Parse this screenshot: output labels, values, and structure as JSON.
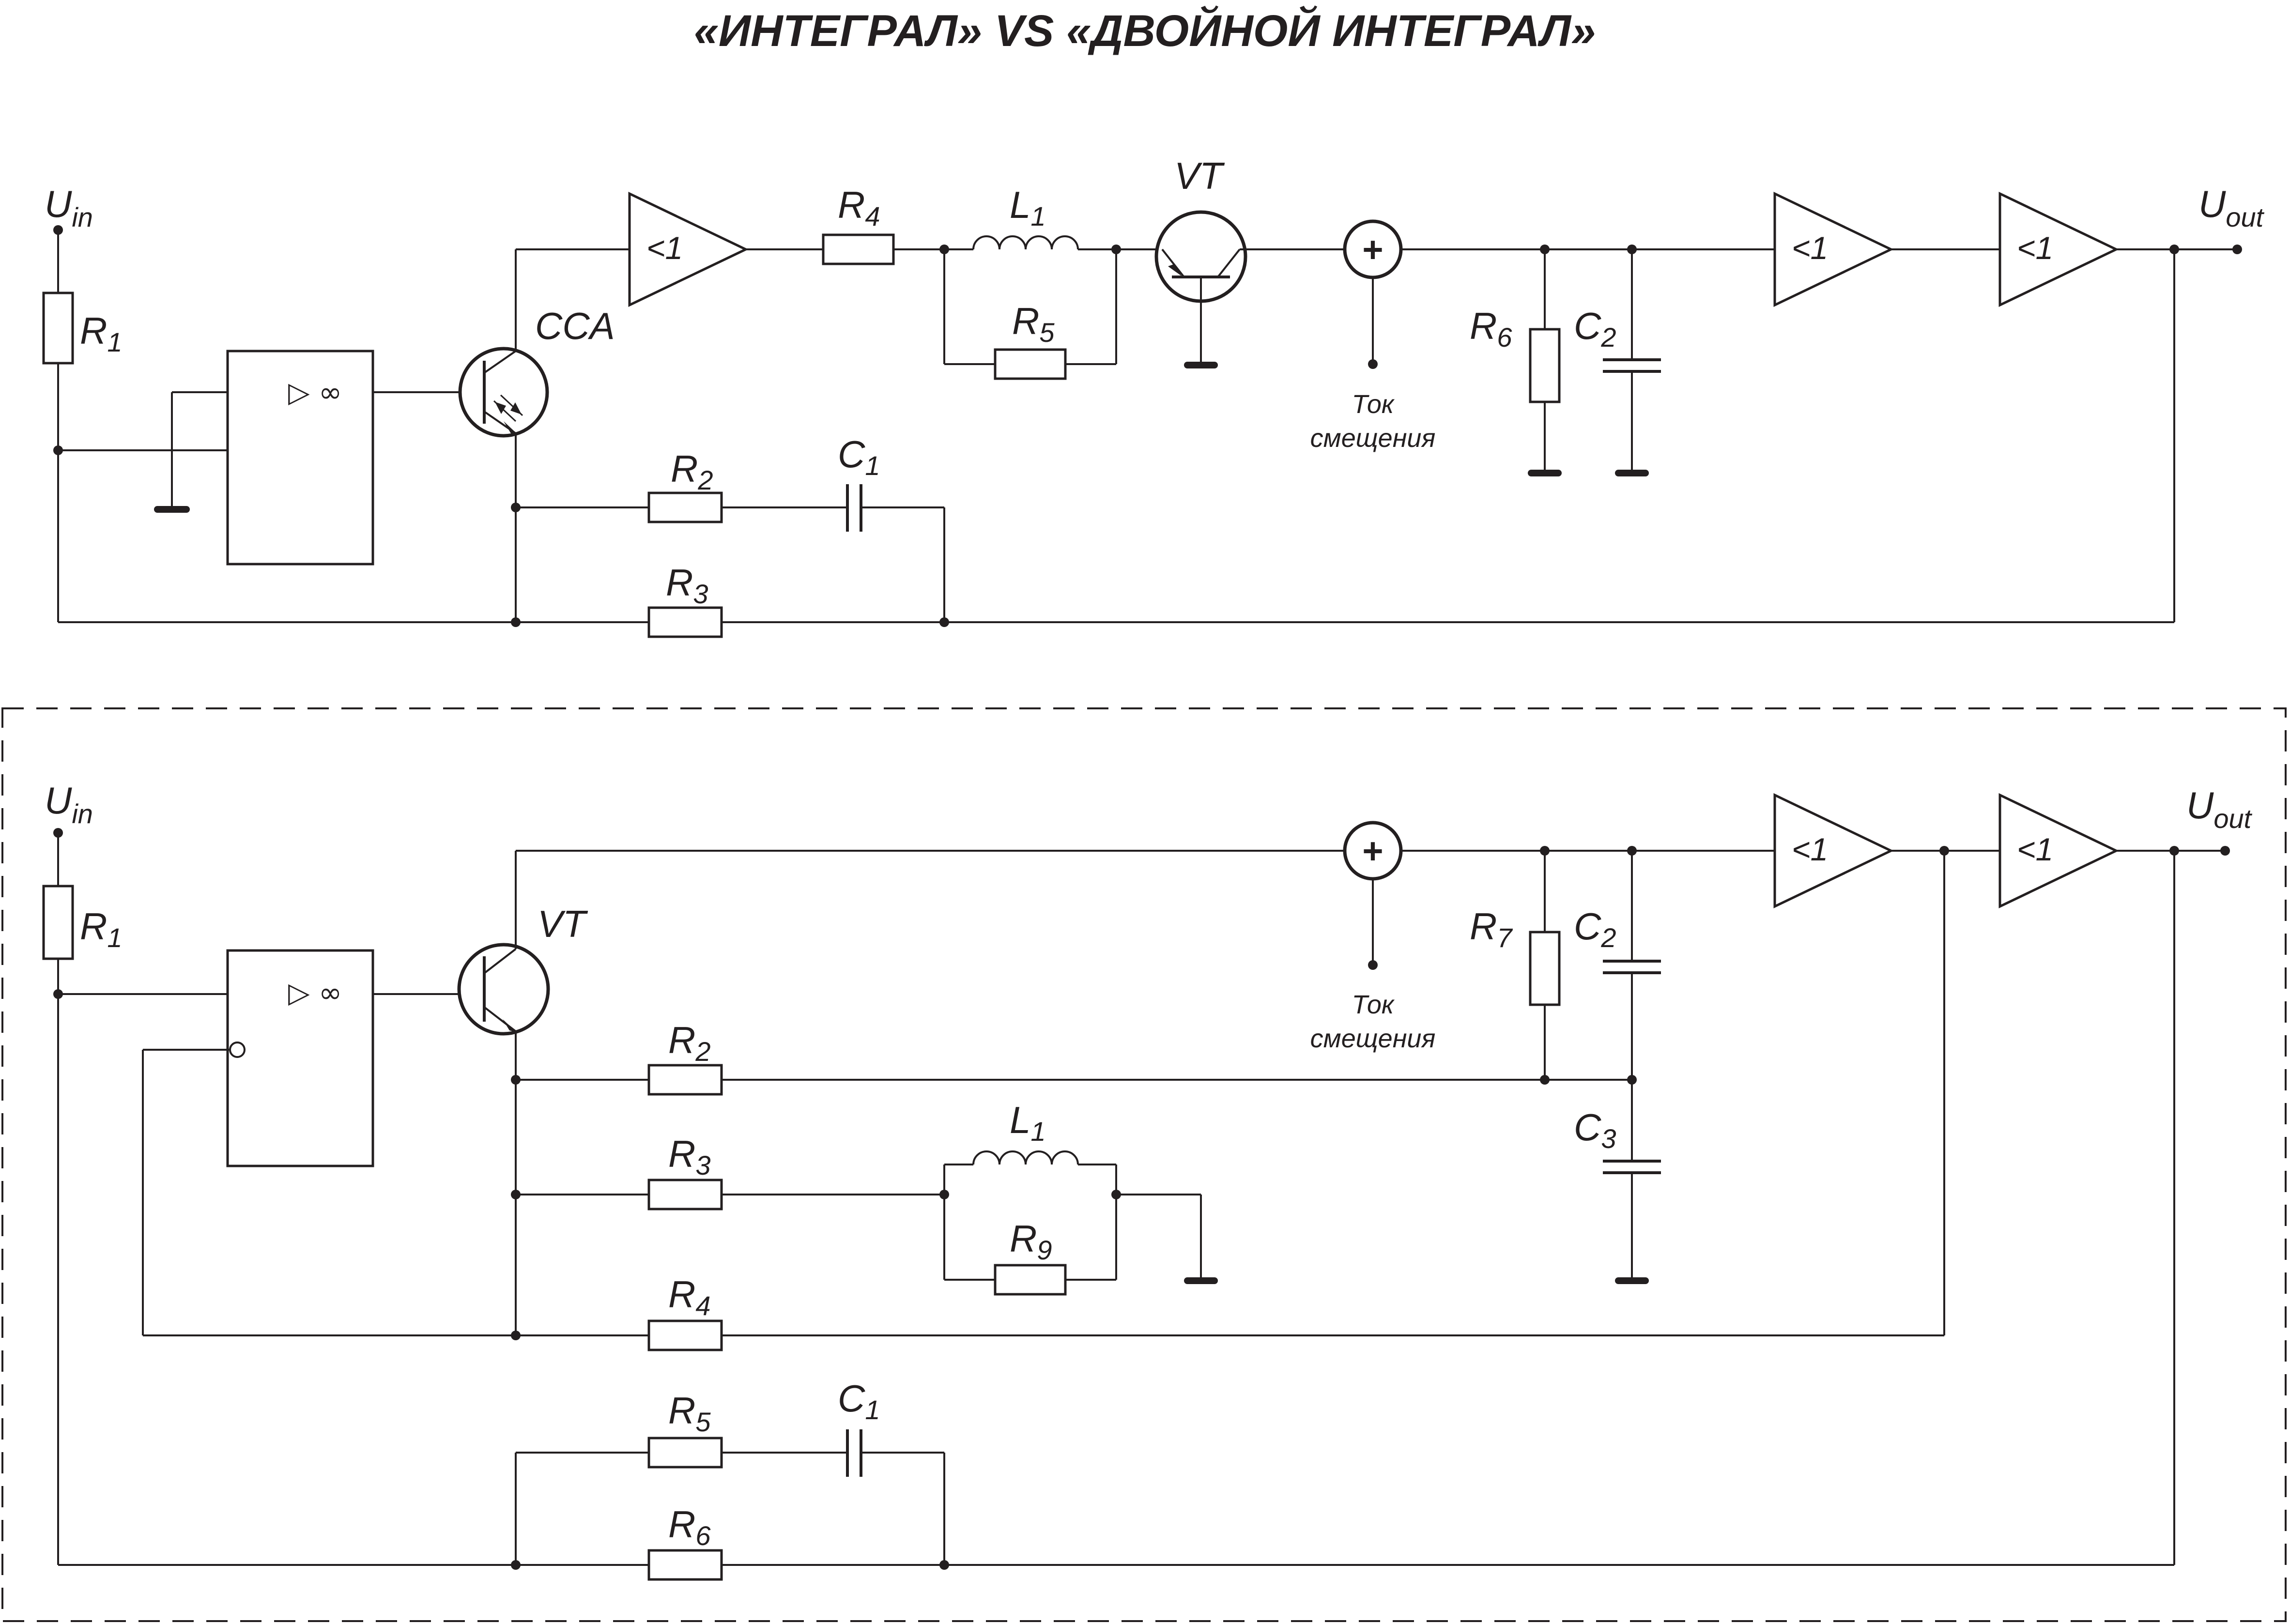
{
  "title": "«ИНТЕГРАЛ» VS «ДВОЙНОЙ ИНТЕГРАЛ»",
  "colors": {
    "ink": "#231f20",
    "background": "#ffffff"
  },
  "top": {
    "uin": {
      "main": "U",
      "sub": "in"
    },
    "uout": {
      "main": "U",
      "sub": "out"
    },
    "r1": {
      "main": "R",
      "sub": "1"
    },
    "r2": {
      "main": "R",
      "sub": "2"
    },
    "r3": {
      "main": "R",
      "sub": "3"
    },
    "r4": {
      "main": "R",
      "sub": "4"
    },
    "r5": {
      "main": "R",
      "sub": "5"
    },
    "r6": {
      "main": "R",
      "sub": "6"
    },
    "c1": {
      "main": "C",
      "sub": "1"
    },
    "c2": {
      "main": "C",
      "sub": "2"
    },
    "l1": {
      "main": "L",
      "sub": "1"
    },
    "transistor": "CCA",
    "vt": "VT",
    "amp1": "<1",
    "amp2": "<1",
    "amp3": "<1",
    "bias_line1": "Ток",
    "bias_line2": "смещения",
    "comparator": "▷ ∞"
  },
  "bottom": {
    "uin": {
      "main": "U",
      "sub": "in"
    },
    "uout": {
      "main": "U",
      "sub": "out"
    },
    "r1": {
      "main": "R",
      "sub": "1"
    },
    "r2": {
      "main": "R",
      "sub": "2"
    },
    "r3": {
      "main": "R",
      "sub": "3"
    },
    "r4": {
      "main": "R",
      "sub": "4"
    },
    "r5": {
      "main": "R",
      "sub": "5"
    },
    "r6": {
      "main": "R",
      "sub": "6"
    },
    "r7": {
      "main": "R",
      "sub": "7"
    },
    "r9": {
      "main": "R",
      "sub": "9"
    },
    "c1": {
      "main": "C",
      "sub": "1"
    },
    "c2": {
      "main": "C",
      "sub": "2"
    },
    "c3": {
      "main": "C",
      "sub": "3"
    },
    "l1": {
      "main": "L",
      "sub": "1"
    },
    "vt": "VT",
    "amp1": "<1",
    "amp2": "<1",
    "bias_line1": "Ток",
    "bias_line2": "смещения",
    "comparator": "▷ ∞"
  }
}
